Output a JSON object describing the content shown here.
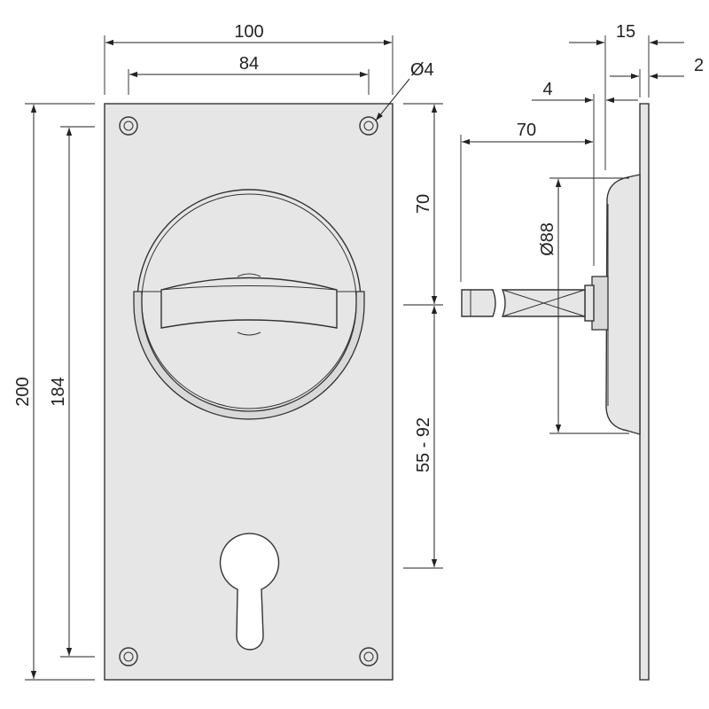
{
  "drawing": {
    "colors": {
      "part_fill": "#e6e6e6",
      "line": "#333333",
      "background": "#ffffff"
    },
    "dimensions": {
      "plate_width": "100",
      "hole_spacing_horizontal": "84",
      "hole_diameter": "Ø4",
      "plate_height": "200",
      "hole_spacing_vertical": "184",
      "top_to_center": "70",
      "center_to_cylinder": "55 - 92",
      "side_depth": "15",
      "plate_thickness": "2",
      "rose_offset": "4",
      "spindle_length": "70",
      "rose_diameter": "Ø88"
    }
  }
}
